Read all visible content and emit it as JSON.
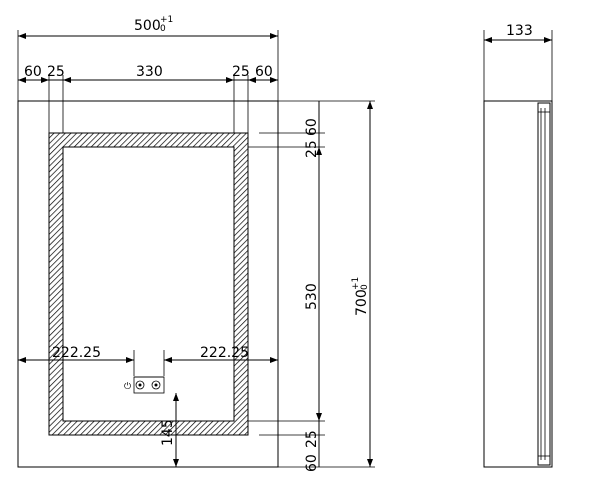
{
  "front_view": {
    "overall_width": {
      "base": "500",
      "tol_upper": "+1",
      "tol_lower": "0"
    },
    "top_segments": [
      "60",
      "25",
      "330",
      "25",
      "60"
    ],
    "overall_height": {
      "base": "700",
      "tol_upper": "+1",
      "tol_lower": "0"
    },
    "right_segments": [
      "60",
      "25",
      "530",
      "25",
      "60"
    ],
    "switch_offset_left": "222.25",
    "switch_offset_right": "222.25",
    "switch_height": "145"
  },
  "side_view": {
    "depth": "133"
  }
}
